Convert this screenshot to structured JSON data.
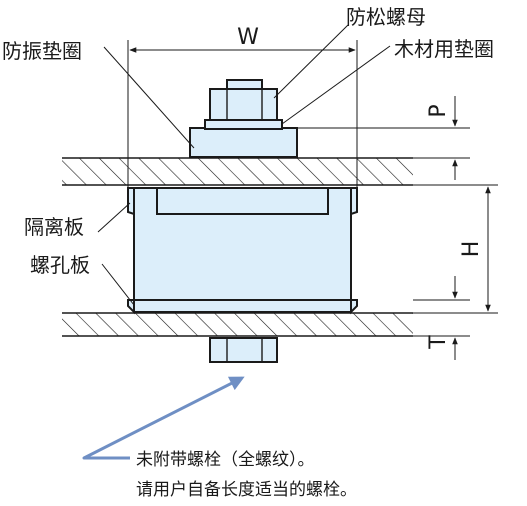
{
  "labels": {
    "anti_vibration_washer": "防振垫圈",
    "lock_nut": "防松螺母",
    "wood_washer": "木材用垫圈",
    "spacer_plate": "隔离板",
    "threaded_plate": "螺孔板"
  },
  "dimensions": {
    "width": "W",
    "p": "P",
    "h": "H",
    "t": "T"
  },
  "note": {
    "line1": "未附带螺栓（全螺纹）。",
    "line2": "请用户自备长度适当的螺栓。"
  },
  "colors": {
    "part_fill": "#dceefa",
    "outline": "#1a1a1a",
    "arrow": "#6f8fc4"
  }
}
